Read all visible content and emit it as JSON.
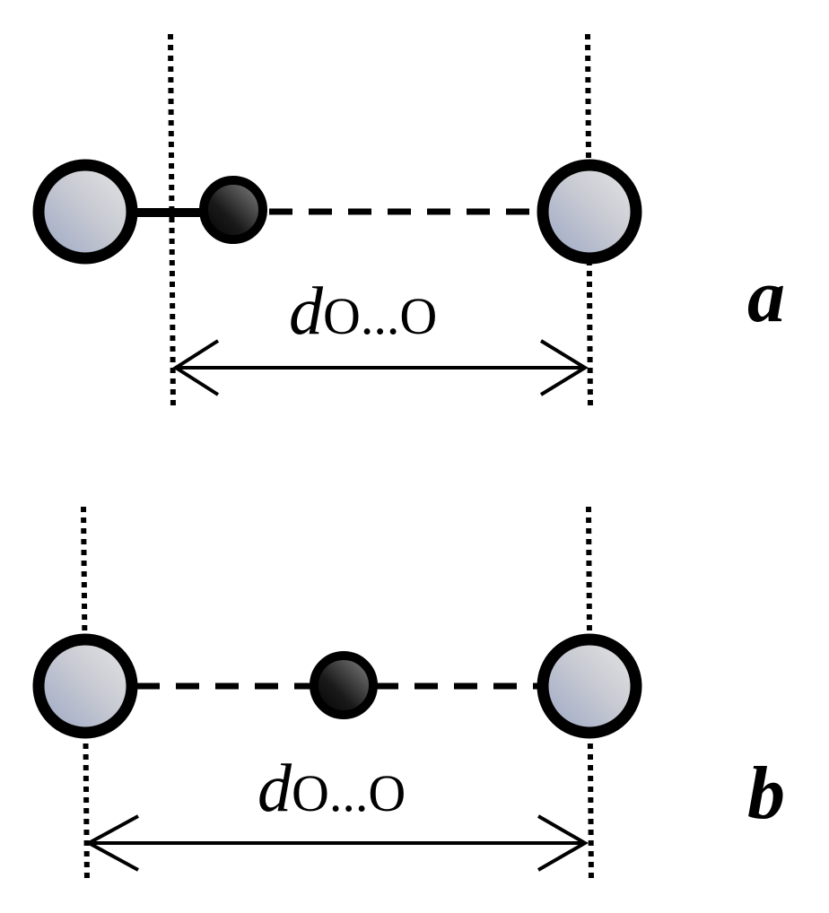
{
  "panels": [
    {
      "id": "a",
      "label": "a",
      "distance_label": {
        "d": "d",
        "subscript": "O...O"
      }
    },
    {
      "id": "b",
      "label": "b",
      "distance_label": {
        "d": "d",
        "subscript": "O...O"
      }
    }
  ],
  "colors": {
    "outline": "#000000",
    "oxygen_fill_light": "#e6e6e6",
    "oxygen_fill_dark": "#9aa6c4",
    "hydrogen_fill_light": "#8a8a8a",
    "hydrogen_fill_dark": "#000000"
  }
}
